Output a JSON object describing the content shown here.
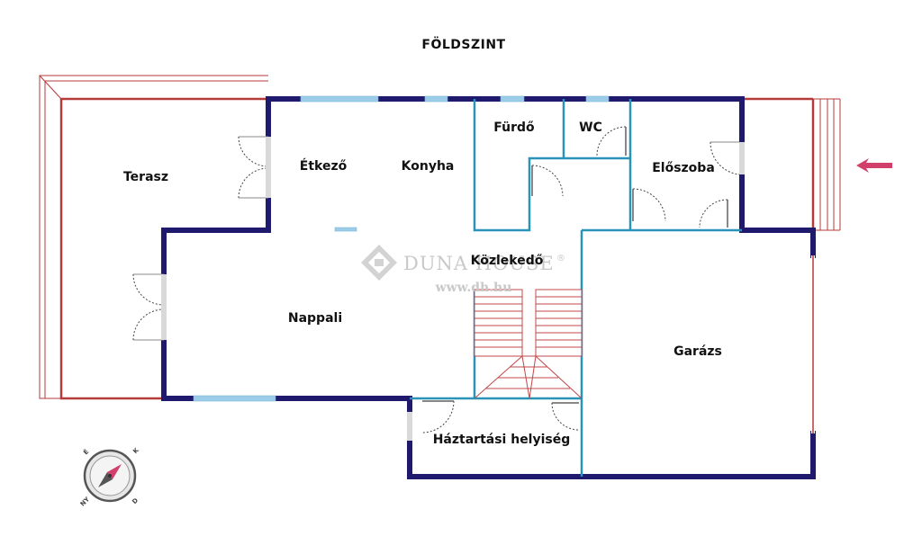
{
  "plan": {
    "title": "FÖLDSZINT",
    "colors": {
      "outer_wall": "#1f1a6e",
      "inner_wall": "#2a93b8",
      "terrace_line": "#b53a3a",
      "window": "#9ccde8",
      "arrow": "#d0406a"
    },
    "rooms": {
      "terasz": "Terasz",
      "etkezo": "Étkező",
      "konyha": "Konyha",
      "furdo": "Fürdő",
      "wc": "WC",
      "eloszoba": "Előszoba",
      "kozlekedo": "Közlekedő",
      "nappali": "Nappali",
      "garazs": "Garázs",
      "haztartasi": "Háztartási helyiség"
    },
    "entrance_icon": "arrow-left-icon"
  },
  "watermark": {
    "name": "DUNA HOUSE",
    "reg": "®",
    "url": "www.dh.hu"
  },
  "compass": {
    "icon": "compass-icon",
    "ny": "NY",
    "e": "É",
    "k": "K",
    "d": "D"
  }
}
